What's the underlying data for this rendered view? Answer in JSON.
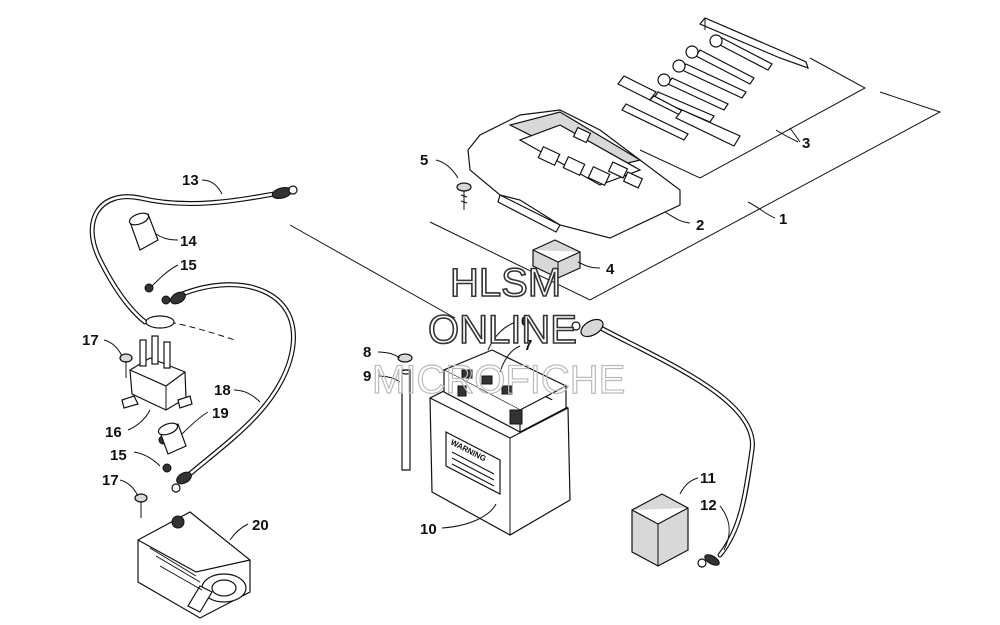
{
  "callouts": [
    {
      "id": "c1",
      "text": "1"
    },
    {
      "id": "c2",
      "text": "2"
    },
    {
      "id": "c3",
      "text": "3"
    },
    {
      "id": "c4",
      "text": "4"
    },
    {
      "id": "c5",
      "text": "5"
    },
    {
      "id": "c6",
      "text": "6"
    },
    {
      "id": "c7",
      "text": "7"
    },
    {
      "id": "c8",
      "text": "8"
    },
    {
      "id": "c9",
      "text": "9"
    },
    {
      "id": "c10",
      "text": "10"
    },
    {
      "id": "c11",
      "text": "11"
    },
    {
      "id": "c12",
      "text": "12"
    },
    {
      "id": "c13",
      "text": "13"
    },
    {
      "id": "c14",
      "text": "14"
    },
    {
      "id": "c15a",
      "text": "15"
    },
    {
      "id": "c15b",
      "text": "15"
    },
    {
      "id": "c16",
      "text": "16"
    },
    {
      "id": "c17a",
      "text": "17"
    },
    {
      "id": "c17b",
      "text": "17"
    },
    {
      "id": "c18",
      "text": "18"
    },
    {
      "id": "c19",
      "text": "19"
    },
    {
      "id": "c20",
      "text": "20"
    }
  ],
  "battery_label": "WARNING",
  "watermark": {
    "line1": "HLSM",
    "line2": "ONLINE",
    "line3": "MICROFICHE"
  }
}
